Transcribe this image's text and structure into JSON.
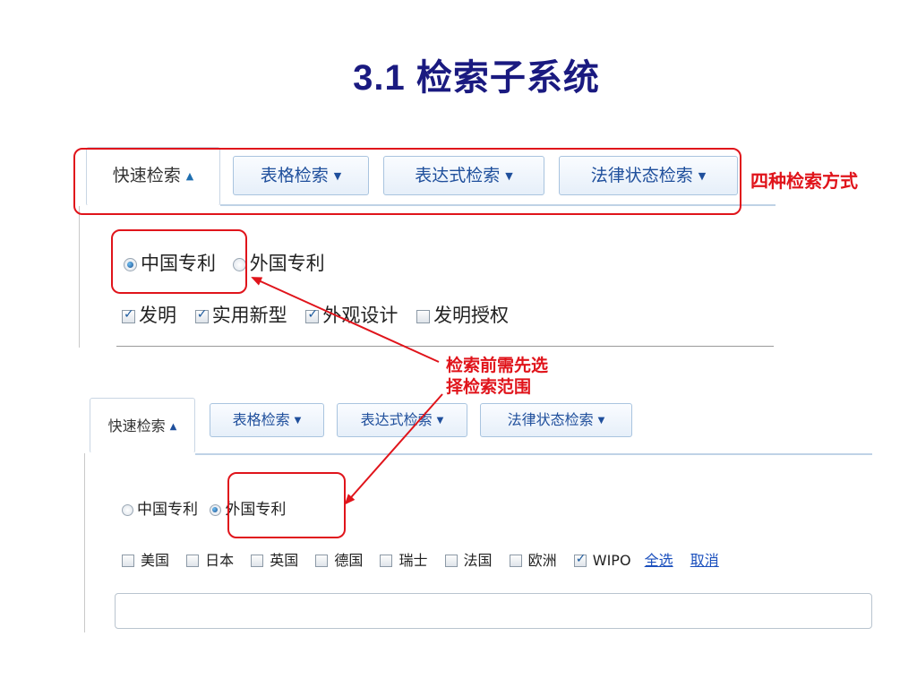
{
  "slide": {
    "title": "3.1 检索子系统"
  },
  "top": {
    "tabs": [
      {
        "label": "快速检索",
        "arrow": "▲"
      },
      {
        "label": "表格检索",
        "arrow": "▼"
      },
      {
        "label": "表达式检索",
        "arrow": "▼"
      },
      {
        "label": "法律状态检索",
        "arrow": "▼"
      }
    ],
    "radios": [
      {
        "label": "中国专利",
        "checked": true
      },
      {
        "label": "外国专利",
        "checked": false
      }
    ],
    "checkboxes": [
      {
        "label": "发明",
        "checked": true
      },
      {
        "label": "实用新型",
        "checked": true
      },
      {
        "label": "外观设计",
        "checked": true
      },
      {
        "label": "发明授权",
        "checked": false
      }
    ]
  },
  "annotations": {
    "four_methods": "四种检索方式",
    "select_scope_line1": "检索前需先选",
    "select_scope_line2": "择检索范围",
    "color": "#e0141b"
  },
  "bottom": {
    "tabs": [
      {
        "label": "快速检索",
        "arrow": "▲"
      },
      {
        "label": "表格检索",
        "arrow": "▼"
      },
      {
        "label": "表达式检索",
        "arrow": "▼"
      },
      {
        "label": "法律状态检索",
        "arrow": "▼"
      }
    ],
    "radios": [
      {
        "label": "中国专利",
        "checked": false
      },
      {
        "label": "外国专利",
        "checked": true
      }
    ],
    "countries": [
      {
        "label": "美国",
        "checked": false
      },
      {
        "label": "日本",
        "checked": false
      },
      {
        "label": "英国",
        "checked": false
      },
      {
        "label": "德国",
        "checked": false
      },
      {
        "label": "瑞士",
        "checked": false
      },
      {
        "label": "法国",
        "checked": false
      },
      {
        "label": "欧洲",
        "checked": false
      },
      {
        "label": "WIPO",
        "checked": true
      }
    ],
    "select_all": "全选",
    "cancel": "取消"
  }
}
